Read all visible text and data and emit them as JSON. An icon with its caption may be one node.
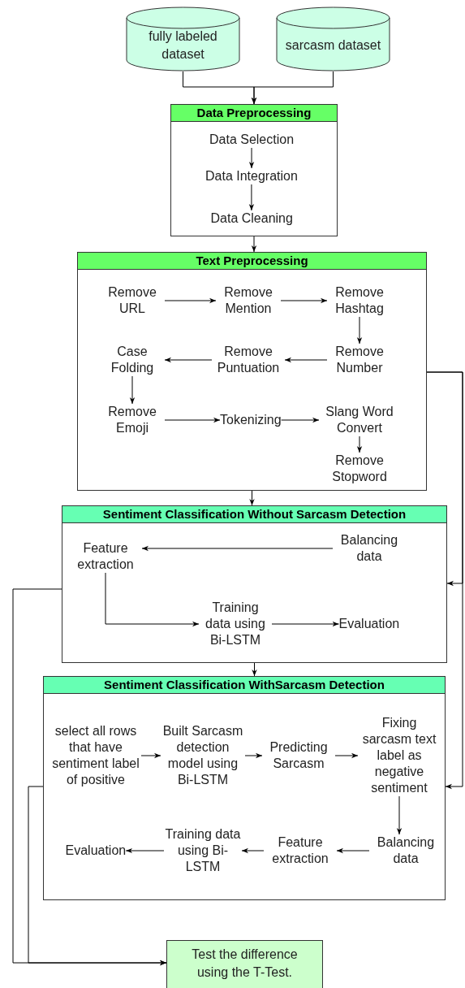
{
  "diagram": {
    "nodes": [
      {
        "text": [
          "fully labeled dataset"
        ]
      },
      {
        "text": [
          "sarcasm dataset"
        ]
      },
      {
        "text": [
          "Data Preprocessing"
        ]
      },
      {
        "text": [
          "Data Selection"
        ],
        "in": 2
      },
      {
        "text": [
          "Data Integration"
        ],
        "in": 2
      },
      {
        "text": [
          "Data Cleaning"
        ],
        "in": 2
      },
      {
        "text": [
          "Text Preprocessing"
        ]
      },
      {
        "text": [
          "Remove URL"
        ],
        "in": 6
      },
      {
        "text": [
          "Remove Mention"
        ],
        "in": 6
      },
      {
        "text": [
          "Remove Hashtag"
        ],
        "in": 6
      },
      {
        "text": [
          "Remove Number"
        ],
        "in": 6
      },
      {
        "text": [
          "Remove Puntuation"
        ],
        "in": 6
      },
      {
        "text": [
          "Case Folding"
        ],
        "in": 6
      },
      {
        "text": [
          "Remove Emoji"
        ],
        "in": 6
      },
      {
        "text": [
          "Tokenizing"
        ],
        "in": 6
      },
      {
        "text": [
          "Slang Word Convert"
        ],
        "in": 6
      },
      {
        "text": [
          "Remove Stopword"
        ],
        "in": 6
      },
      {
        "text": [
          "Sentiment Classification Without Sarcasm Detection"
        ]
      },
      {
        "text": [
          "Feature extraction"
        ],
        "in": 17
      },
      {
        "text": [
          "Balancing data"
        ],
        "in": 17
      },
      {
        "text": [
          "Training data using Bi-LSTM"
        ],
        "in": 17
      },
      {
        "text": [
          "Evaluation"
        ],
        "in": 17
      },
      {
        "text": [
          "Sentiment Classification WithSarcasm Detection"
        ]
      },
      {
        "text": [
          "select all rows that have sentiment label of positive"
        ],
        "in": 22
      },
      {
        "text": [
          "Built Sarcasm detection model using Bi-LSTM"
        ],
        "in": 22
      },
      {
        "text": [
          "Predicting Sarcasm"
        ],
        "in": 22
      },
      {
        "text": [
          "Fixing sarcasm text label as negative sentiment"
        ],
        "in": 22
      },
      {
        "text": [
          "Balancing data"
        ],
        "in": 22
      },
      {
        "text": [
          "Feature extraction"
        ],
        "in": 22
      },
      {
        "text": [
          "Training data using Bi-LSTM"
        ],
        "in": 22
      },
      {
        "text": [
          "Evaluation"
        ],
        "in": 22
      },
      {
        "text": [
          "Test the difference using the T-Test."
        ]
      }
    ],
    "edges": [
      {
        "from": 0,
        "to": 2,
        "arrow": "to"
      },
      {
        "from": 1,
        "to": 2,
        "arrow": "to"
      },
      {
        "from": 3,
        "to": 4,
        "arrow": "to"
      },
      {
        "from": 4,
        "to": 5,
        "arrow": "to"
      },
      {
        "from": 2,
        "to": 6,
        "arrow": "to"
      },
      {
        "from": 7,
        "to": 8,
        "arrow": "to"
      },
      {
        "from": 8,
        "to": 9,
        "arrow": "to"
      },
      {
        "from": 9,
        "to": 10,
        "arrow": "to"
      },
      {
        "from": 10,
        "to": 11,
        "arrow": "to"
      },
      {
        "from": 11,
        "to": 12,
        "arrow": "to"
      },
      {
        "from": 12,
        "to": 13,
        "arrow": "to"
      },
      {
        "from": 13,
        "to": 14,
        "arrow": "to"
      },
      {
        "from": 14,
        "to": 15,
        "arrow": "to"
      },
      {
        "from": 15,
        "to": 16,
        "arrow": "to"
      },
      {
        "from": 6,
        "to": 17,
        "arrow": "to"
      },
      {
        "from": 6,
        "to": 17,
        "arrow": "to"
      },
      {
        "from": 6,
        "to": 22,
        "arrow": "to"
      },
      {
        "from": 19,
        "to": 18,
        "arrow": "to"
      },
      {
        "from": 18,
        "to": 20,
        "arrow": "to"
      },
      {
        "from": 20,
        "to": 21,
        "arrow": "to"
      },
      {
        "from": 17,
        "to": 22,
        "arrow": "to"
      },
      {
        "from": 23,
        "to": 24,
        "arrow": "to"
      },
      {
        "from": 24,
        "to": 25,
        "arrow": "to"
      },
      {
        "from": 25,
        "to": 26,
        "arrow": "to"
      },
      {
        "from": 26,
        "to": 27,
        "arrow": "to"
      },
      {
        "from": 27,
        "to": 28,
        "arrow": "to"
      },
      {
        "from": 28,
        "to": 29,
        "arrow": "to"
      },
      {
        "from": 29,
        "to": 30,
        "arrow": "to"
      },
      {
        "from": 17,
        "to": 31,
        "arrow": "to"
      },
      {
        "from": 22,
        "to": 31,
        "arrow": "to"
      }
    ]
  }
}
